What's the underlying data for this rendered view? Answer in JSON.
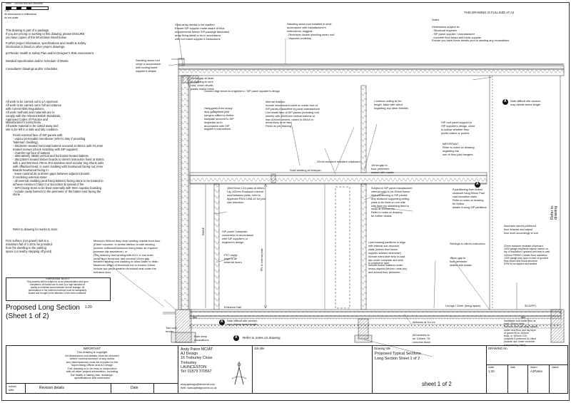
{
  "header": {
    "scale_label": "0mm",
    "scale_ticks": "200  400  600  800    1600mm",
    "scale_ratio": "1:20",
    "scale_note": "All dimensions in millimetres\ndo not scale",
    "full_size_note": "THIS DRAWING IS FULLSIZE AT A2"
  },
  "notes_left": {
    "intro": "This drawing is part of a package.\nIf you are pricing or working to this drawing, please ENSURE\nyou have copies of the information listed below.",
    "further": "Further project information, specifications and Health & Safety\ninformation is listed on other project drawings.",
    "prelender": "preTender Health & Safety Plan and/or Designer's Risk Assessment.",
    "spec": "Detailed Specification and/or Schedule of Works.",
    "consultants": "Consultants' drawings and/or schedules."
  },
  "notes_work": "All work to be carried out to LA Approval.\nAll work to be carried out in full accordance\nwith current NBS Regulations.\nAll work methods and materials are to\ncomply with the relevant British Standards,\nApproved Codes of Practice and\nManufacturer's Instructions.\nAll waste material to be carted away and\nsite to be left in a safe and tidy condition.",
  "finish_notes": "Finish external face of SIP panels with:\n  - vapour permeable membrane (refer to stay    if providing\n    'hidemax' cladding),\n  - 50x25mm treated horizontal battens screwed at 450c/c with #4.2mm\n    treated screws (check matching with SIP supplier);\n  - chamfer top face of battens\n  - alternatively 38x50 vertical and horizontal treated battens\n  - 25x125mm treated timber boards to client's instruction fixed at 450c/c\n    with 1 and 50mmx3.75mm 304 stainless steel annular ring shank nails\n    with offtacked head, in outer cladding with heartwood facing out, inner\n    Boards heartwood facing in.\n  - leave nominal 25 to 50mm gaps between adjacent boards\nIf rendering external stone:\n  - all external cladding (and fixing battens) facing stone to be treated to\n    achieve minimum Class 0 or Euroclass B spread of fire\n  - SIPs facing stone to be lined externally with 9mm supalux boarding\n  - include cavity barriers to the perimeter of the batten void facing the\n    stone",
  "refer_line": "Refer to drawing               for works to store",
  "firm_surface": "Firm surface (not gravel) laid at a\nmaximum fall of 1:20 to be provided\nfrom the dwelling to the parking\nspace (or nearby stepping off point)",
  "min_landing": "Minimum 900mm deep level landing outside front door\n(Either concrete, in similar fashion to side decking\n(include softwood/hardwood lining strips as required\nincrease slip resistance), or\nFirm masonry and landing with ACO or slot drain\nunder door threshold, laid nominal 12mm gap\nbetween landing and cladding to allow water to drain.\nMaximum height of threshold not to exceed 15mm.\nInclude two piece weather threshold seal under the\nentrance door",
  "important_box": "!! IMPORTANT NOTE !!\nThis property will be subject to an air pressurisation test upon\ncompletion. All trades are to work to a high standard of\nquality to minimise sound transfer and air leakage. All\npenetrations of the external envelope must be adequately\nsealed and brought to the attention of the main contractor.",
  "drawing_title_big": "Proposed Long Section",
  "drawing_scale_small": "1:20",
  "drawing_sheet_big": "(Sheet 1 of 2)",
  "annotations": {
    "solar": "Solar array details to be clarified\nEnsure SIP supplier made aware of final\nrequirements before SIP package fabricated\narray fixing detail to be in accordance\nwith roof sheet supplier's instructions",
    "standing_seam": "Standing seam roof installed in strict\naccordance with manufacturer's\ninstructions, suggest:\n  - Rheinzink double standing seam roof\n  - Vapozinc underlay",
    "standing_verge": "Standing seam roof\nverge in accordance\nwith roofing sheet\nsupplier's details",
    "gap_head": "10mm gap at head\nof cladding to vent\nvoid, close off with\nplastic insect mesh",
    "glulam": "Glulam ridge beam to engineer's / SIP panel supplier's design",
    "hang_joists": "Hang joists from heavy\nduty galvanised joist\nhangers nailed to timber\nwallplate secured to SIP\nringbeam as in\naccordance with SIP\nsupplier's instructions",
    "internal_finishes": "Internal finishes:\nInclude intumescent sheet on inside face of\nSIP panels if specified by panel manufacturer\nLine inside face of SIP panels (including roof\nsheets) with 25x50mm vertical battens at\nmax 600mm centres, raised to 450c/c in\nareas likely to be tiled\nFinish as per drawing",
    "continue_ceiling": "Continue ceiling at 2m\nheight, liaise with client\nregarding any other finishes",
    "chipboard_22": "22mm moisture resistant chipboard",
    "gap_10_floor": "10mm gap to\nfloor perimeter\nsealed with mastic",
    "solid_strutting": "Solid strutting at midspan",
    "joists_150": "150x75mm C16 joists at 400c/c\nLay 100mm Rockwool mineral\nwool between joists, refer to\nAppendix P815 1058-42 for joist\nsize reduction",
    "subject_sip": "Subject to SIP panel manufacturer\ninternal walls to be 90mm timber\nstud partitioning or SIP panels\nAny studwork supporting ceiling\njoists to be lined on one side\nwith 9mm ply sheathing fixed to\nstuds at 150mm c/c\nRefer to notes on drawing\n                    for further details",
    "sip_panel": "SIP panel / soleplate\nconnection in accordance\nwith SIP supplier's or\nengineer's design",
    "pst_cavity": "PST cavity\ntrays to all\nexternal doors",
    "entrance_hall": "Entrance Hall",
    "load_bearing": "Load bearing partitions to align\nwith internal sub-structure\nwalls (unless floor beam\nsupplier advises otherwise)\nInclude extra wide strip in-load\ndpc under soleplate and seal\nto polythene dpm",
    "include_timber": "Include timber battens under\nheavy objects (kitchen units etc)\nand around floor perimeter",
    "if_partitioning": "If partitioning from timber\nstudwork hang 50mm Fast\nclad insulation slabs\nRefer to notes on drawing\n            for further\ndetails if using SIP partitions",
    "sip_roof": "SIP roof panel support to\nSIP supplier's design, client\nto advise whether they\nprefer rafters or purlins",
    "important_right": "IMPORTANT\nRefer to notes on drawing\n              regarding the\nuse of floor joist hangers",
    "note_difficult_top": "Note difficult site access;\nmay dictate beam length",
    "skirtings": "Skirtings to client's instruction",
    "gap_10_perim": "10mm gap to\nfloor perimeter\nsealed with mastic",
    "ascertain": "Ascertain client's preferred\nfloor finishes and adjust\nfloor level accordingly to suit",
    "chipboard_detail": "22mm moisture resistant chipboard\n1000 gauge polythene vapour barrier on\ntop of insulation, upstand and seal to wall\n100mm PIR600 Celotex floor insulation\n1200 gauge poly dpm on bed of grouted\nfloor beam and block structure\nDPM to be lapped and sealed",
    "lounge": "Lounge / Diner (living space)",
    "level": "30.82FFL",
    "dpc_1": "dpc",
    "dpc_2": "dpc",
    "two_coat": "Two coat\nrender",
    "note_deep": "Note deep\nexcavations",
    "note_difficult_bottom": "Note difficult site access;\nmay dictate beam length",
    "airbricks": "Airbricks at 2m c/c",
    "all_blocks": "All blockers to\nbe 100mm 7N\nconcrete block",
    "ventilated_void": "Ventilated void under floor at\nleast 150mm deep\nRemove and cart away topsoil\nunder new floor and lay layer\nof gravel 50 to 100mm\nthick, or 100mm C20\nconcrete if preferred by client\n(include dpc under concrete\nif required by client)",
    "ridge_height": "RIDGE",
    "wall_height": "FFL to external plate",
    "refer_to_drawing_side": "Refer to drawing",
    "refer_notes_legend": "Refer to notes on drawing",
    "notes_top_right": "Notes\n\nDimensions subject to:\n  - Structural engineer\n  - SIP panel supplier / manufacturer\n  - concrete floor beam and block supplier\nEnsure you have these details prior to starting any excavations"
  },
  "note_marker": "A",
  "title_block": {
    "important_title": "IMPORTANT",
    "important_text": "This drawing is copyright\nAll dimensions and details must be checked\nbefore commencement of any works\nAny discrepancies must be reported to the\nSupervising Officer and AJ Design\nThis drawing is to be read in conjunction\nwith all other project information, including\nthe health & safety plan, drawings,\nspecifications and schedules",
    "revision_label": "revision\nsuffix",
    "revision_details": "Revision details",
    "date_label": "Date",
    "company": "Andy Paton MCIAT\nAJ Design\n16 Treburley Close\nTreburley\nLAUNCESTON\nTel: 01579 370567",
    "company_small": "andy.ajdesign@btinternet.com\nWeb: www.ajdesignonline.co.uk",
    "job_title": "Job title",
    "drawing_title_label": "Drawing title",
    "drawing_title": "Proposed Typical Sections\nLong Section Sheet 1 of 2",
    "drawing_no_label": "DRAWING No.",
    "scale_label": "scale",
    "scale_value": "1:20",
    "date_col": "date",
    "drawn_label": "drawn",
    "drawn_value": "AJPaton",
    "status_label": "status",
    "sheet": "sheet 1 of 2"
  }
}
